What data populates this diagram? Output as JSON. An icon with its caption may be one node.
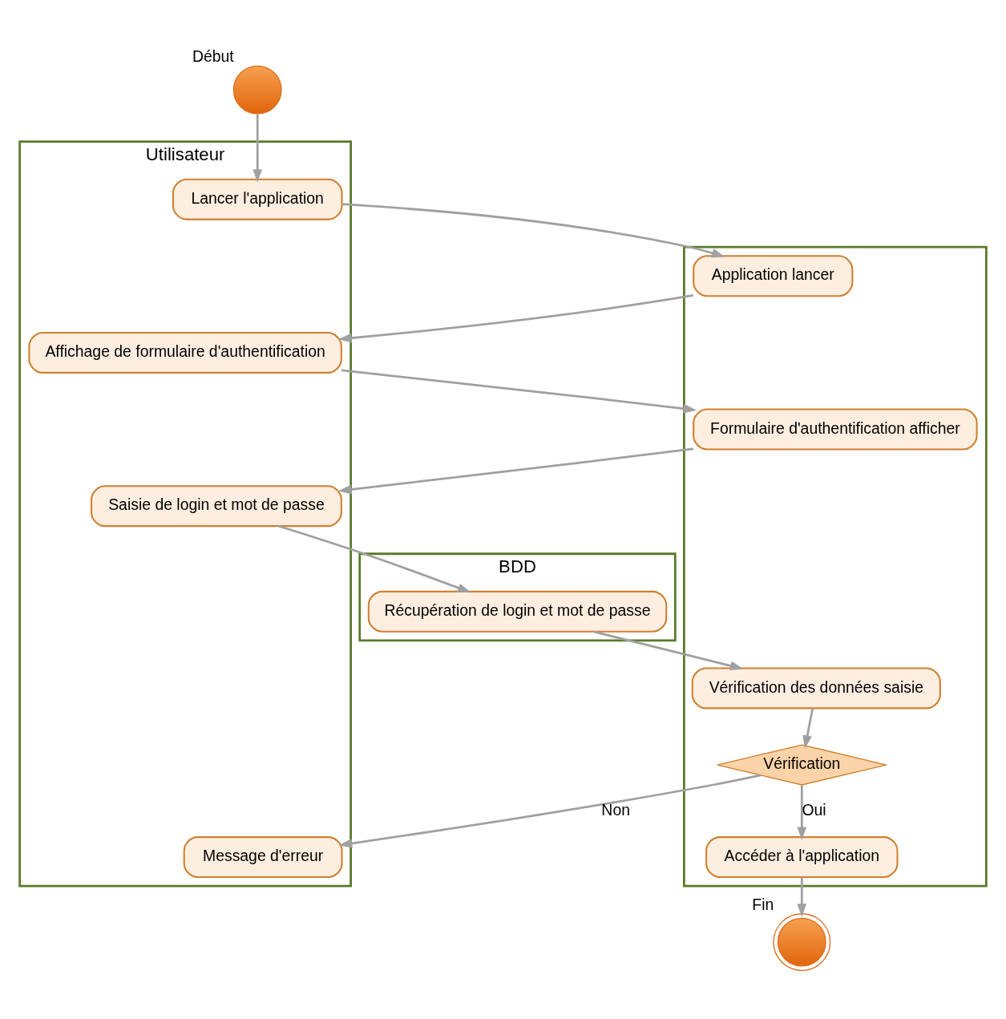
{
  "diagram": {
    "nodes": [
      {
        "text": [
          "Utilisateur"
        ]
      },
      {
        "text": [],
        "shape": "box"
      },
      {
        "text": [
          "BDD"
        ]
      },
      {
        "text": [],
        "shape": "circle",
        "beside": [
          "Début"
        ]
      },
      {
        "text": [
          "Lancer l'application"
        ],
        "in": 0
      },
      {
        "text": [
          "Application lancer"
        ],
        "in": 1
      },
      {
        "text": [
          "Affichage de formulaire d'authentification"
        ],
        "in": 0
      },
      {
        "text": [
          "Formulaire d'authentification afficher"
        ],
        "in": 1
      },
      {
        "text": [
          "Saisie de login et mot de passe"
        ],
        "in": 0
      },
      {
        "text": [
          "Récupération de login et mot de passe"
        ],
        "in": 2
      },
      {
        "text": [
          "Vérification des données saisie"
        ],
        "in": 1
      },
      {
        "text": [
          "Vérification"
        ],
        "in": 1
      },
      {
        "text": [
          "Message d'erreur"
        ],
        "in": 0
      },
      {
        "text": [
          "Accéder à l'application"
        ],
        "in": 1
      },
      {
        "text": [],
        "shape": "circle",
        "beside": [
          "Fin"
        ]
      }
    ],
    "edges": [
      {
        "from": 3,
        "to": 4,
        "arrow": "to"
      },
      {
        "from": 4,
        "to": 5,
        "arrow": "to"
      },
      {
        "from": 5,
        "to": 6,
        "arrow": "to"
      },
      {
        "from": 6,
        "to": 7,
        "arrow": "to"
      },
      {
        "from": 7,
        "to": 8,
        "arrow": "to"
      },
      {
        "from": 8,
        "to": 9,
        "arrow": "to"
      },
      {
        "from": 9,
        "to": 10,
        "arrow": "to"
      },
      {
        "from": 10,
        "to": 11,
        "arrow": "to"
      },
      {
        "from": 11,
        "to": 12,
        "label": "Non",
        "arrow": "to"
      },
      {
        "from": 11,
        "to": 13,
        "label": "Oui",
        "arrow": "to"
      },
      {
        "from": 13,
        "to": 14,
        "arrow": "to"
      }
    ]
  }
}
